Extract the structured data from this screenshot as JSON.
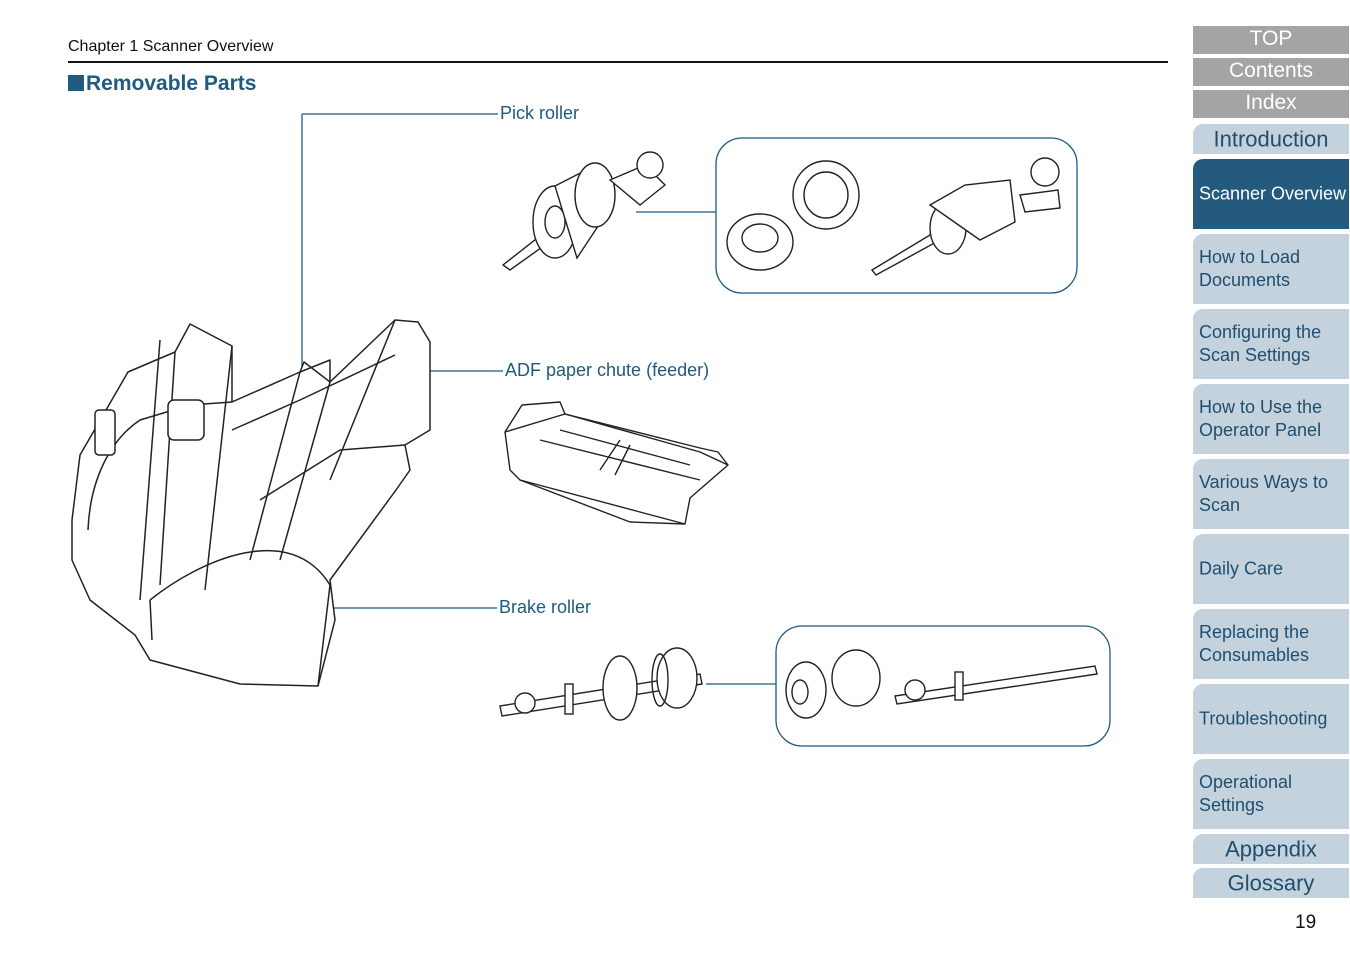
{
  "header": {
    "chapter": "Chapter 1 Scanner Overview",
    "section_marker": "■",
    "section_title": "Removable Parts"
  },
  "diagram": {
    "labels": {
      "pick_roller": "Pick roller",
      "adf_chute": "ADF paper chute (feeder)",
      "brake_roller": "Brake roller"
    },
    "accent_color": "#1f5a80"
  },
  "sidebar": {
    "top": "TOP",
    "contents": "Contents",
    "index": "Index",
    "chapters": [
      "Introduction",
      "Scanner Overview",
      "How to Load Documents",
      "Configuring the Scan Settings",
      "How to Use the Operator Panel",
      "Various Ways to Scan",
      "Daily Care",
      "Replacing the Consumables",
      "Troubleshooting",
      "Operational Settings",
      "Appendix",
      "Glossary"
    ],
    "active_color": "#245a7e",
    "inactive_color": "#c4d2dd"
  },
  "page_number": "19"
}
